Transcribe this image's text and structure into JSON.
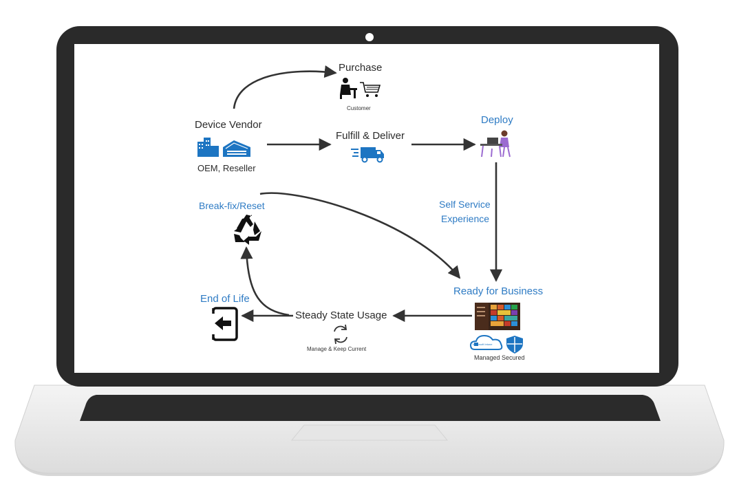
{
  "colors": {
    "accent_blue": "#2e7bc4",
    "bezel": "#2a2a2a",
    "icon_blue": "#1d75c2",
    "arrow": "#333333"
  },
  "nodes": {
    "purchase": {
      "label": "Purchase",
      "caption": "Customer",
      "icon": "customer-cart-icon"
    },
    "device_vendor": {
      "label": "Device Vendor",
      "caption": "OEM, Reseller",
      "icon": "factory-buildings-icon"
    },
    "fulfill": {
      "label": "Fulfill & Deliver",
      "icon": "delivery-truck-icon"
    },
    "deploy": {
      "label": "Deploy",
      "icon": "person-at-desk-icon"
    },
    "self_service": {
      "line1": "Self Service",
      "line2": "Experience"
    },
    "break_fix": {
      "label": "Break-fix/Reset",
      "icon": "recycle-icon"
    },
    "ready": {
      "label": "Ready for Business",
      "caption": "Managed Secured",
      "icon": "windows-start-screen-icon",
      "intune_label": "Microsoft Intune"
    },
    "steady": {
      "label": "Steady State Usage",
      "caption": "Manage & Keep Current",
      "icon": "refresh-icon"
    },
    "end_of_life": {
      "label": "End of Life",
      "icon": "exit-door-icon"
    }
  }
}
